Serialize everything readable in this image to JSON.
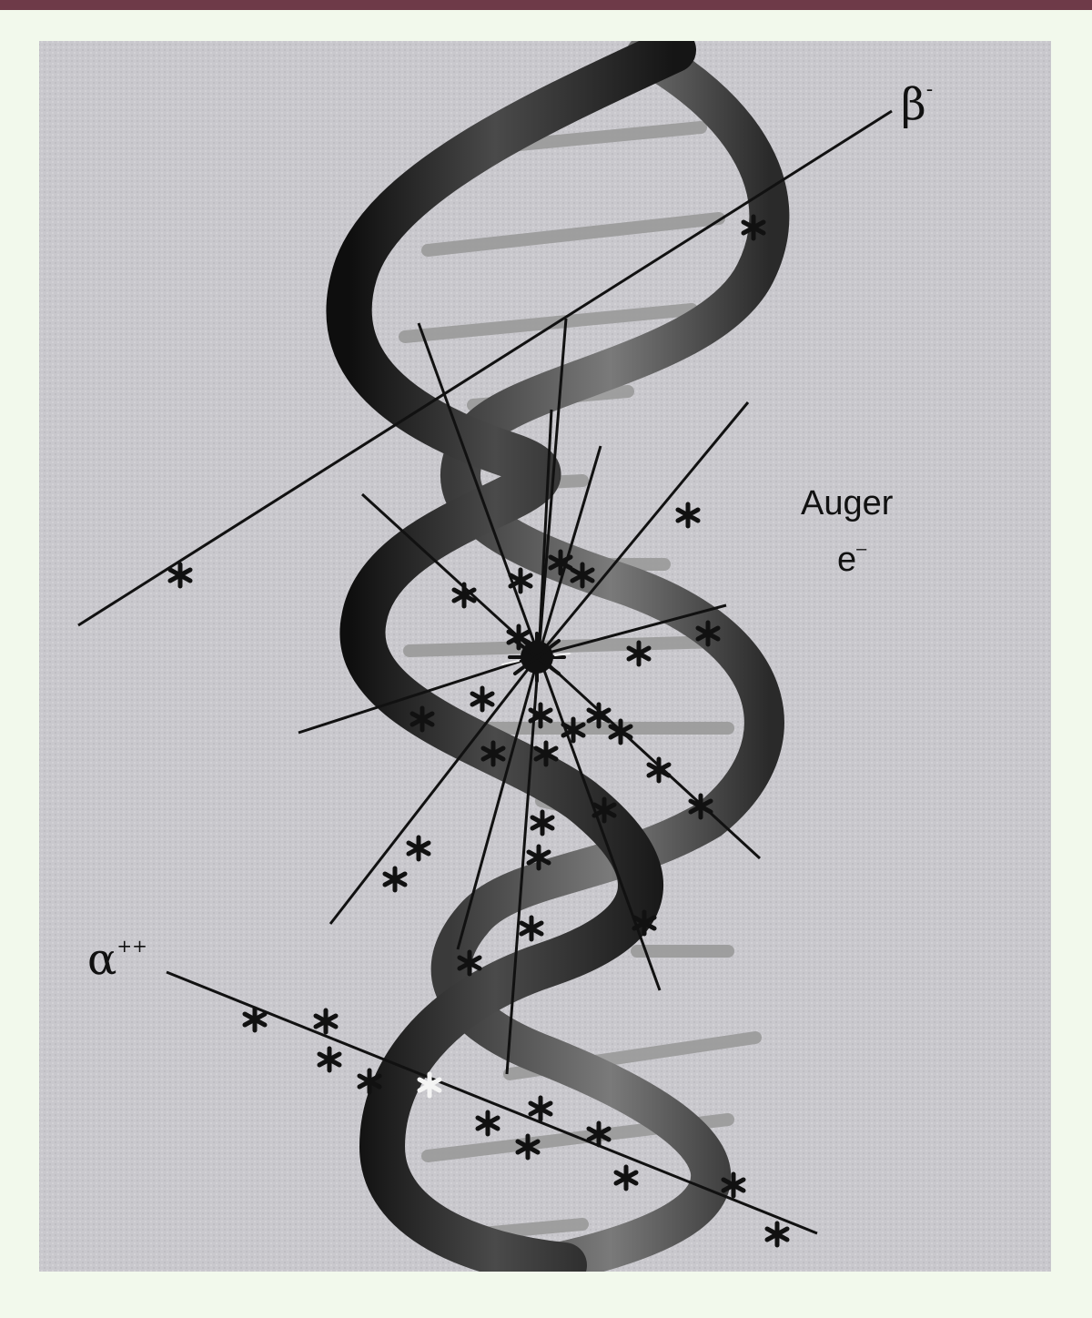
{
  "labels": {
    "beta": "β",
    "beta_sup": "-",
    "alpha": "α",
    "alpha_sup": "++",
    "auger_line1": "Auger",
    "auger_line2": "e",
    "auger_sup": "–"
  },
  "colors": {
    "header_bar": "#6e3a48",
    "page_background": "#f2f9ec",
    "figure_background": "#c9c8cd",
    "helix_strand": "#1c1c1c",
    "base_pair": "#9a9a9a",
    "track_line": "#111111",
    "ionization_mark": "#111111"
  },
  "icons": {
    "ionization_event": "asterisk-icon",
    "decay_origin": "starburst-icon"
  }
}
